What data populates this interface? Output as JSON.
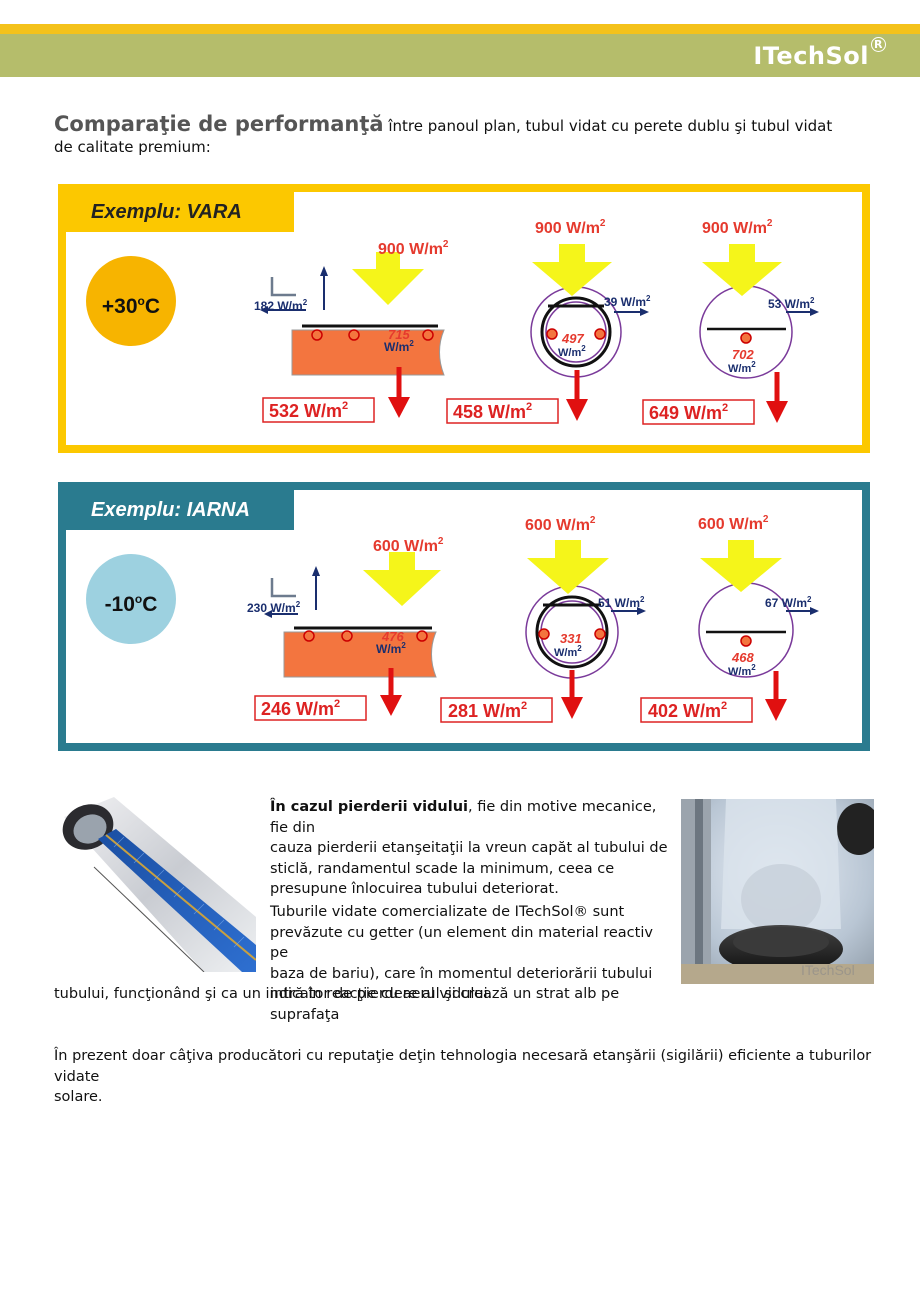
{
  "header": {
    "logo": "ITechSol",
    "logo_mark": "R"
  },
  "intro": {
    "heading": "Comparaţie de performanţă",
    "text": " între panoul plan, tubul vidat cu perete dublu şi tubul vidat de calitate premium:"
  },
  "vara": {
    "title": "Exemplu: VARA",
    "temp": "+30",
    "temp_unit_o": "o",
    "temp_unit_c": "C",
    "flat": {
      "incident": "900 W/m",
      "loss": "182 W/m",
      "absorbed": "715",
      "absorbed_unit": "W/m",
      "output": "532 W/m"
    },
    "double": {
      "incident": "900 W/m",
      "loss": "39 W/m",
      "absorbed": "497",
      "absorbed_unit": "W/m",
      "output": "458 W/m"
    },
    "premium": {
      "incident": "900 W/m",
      "loss": "53 W/m",
      "absorbed": "702",
      "absorbed_unit": "W/m",
      "output": "649 W/m"
    },
    "sup2": "2"
  },
  "iarna": {
    "title": "Exemplu: IARNA",
    "temp": "-10",
    "temp_unit_o": "o",
    "temp_unit_c": "C",
    "flat": {
      "incident": "600 W/m",
      "loss": "230 W/m",
      "absorbed": "476",
      "absorbed_unit": "W/m",
      "output": "246 W/m"
    },
    "double": {
      "incident": "600 W/m",
      "loss": "51 W/m",
      "absorbed": "331",
      "absorbed_unit": "W/m",
      "output": "281 W/m"
    },
    "premium": {
      "incident": "600 W/m",
      "loss": "67 W/m",
      "absorbed": "468",
      "absorbed_unit": "W/m",
      "output": "402 W/m"
    },
    "sup2": "2"
  },
  "vacuum_loss": {
    "bold": "În cazul pierderii vidului",
    "line1": ", fie din motive mecanice, fie din",
    "line2": "cauza pierderii etanşeitaţii la vreun capăt al tubului de",
    "line3": "sticlă, randamentul scade la minimum, ceea ce",
    "line4": "presupune înlocuirea tubului deteriorat."
  },
  "getter": {
    "line1": "Tuburile vidate comercializate de ITechSol® sunt",
    "line2": "prevăzute cu getter (un element din material reactiv pe",
    "line3": "baza de bariu), care în momentul deteriorării tubului",
    "line4": "intră în reacţie cu aerul şi crează un strat alb pe suprafaţa",
    "line5": "tubului, funcţionând şi ca un indicator de pierdere al vidului."
  },
  "footer_text": {
    "line1": "În prezent doar câţiva producători cu reputaţie deţin tehnologia necesară etanşării (sigilării) eficiente a tuburilor vidate",
    "line2": "solare."
  },
  "photo_watermark": "ITechSol",
  "colors": {
    "yellow": "#fcc800",
    "teal": "#2a7b8f",
    "olive": "#b5bd6b",
    "red": "#e53a2e",
    "arrow_yellow": "#f5f51a"
  }
}
